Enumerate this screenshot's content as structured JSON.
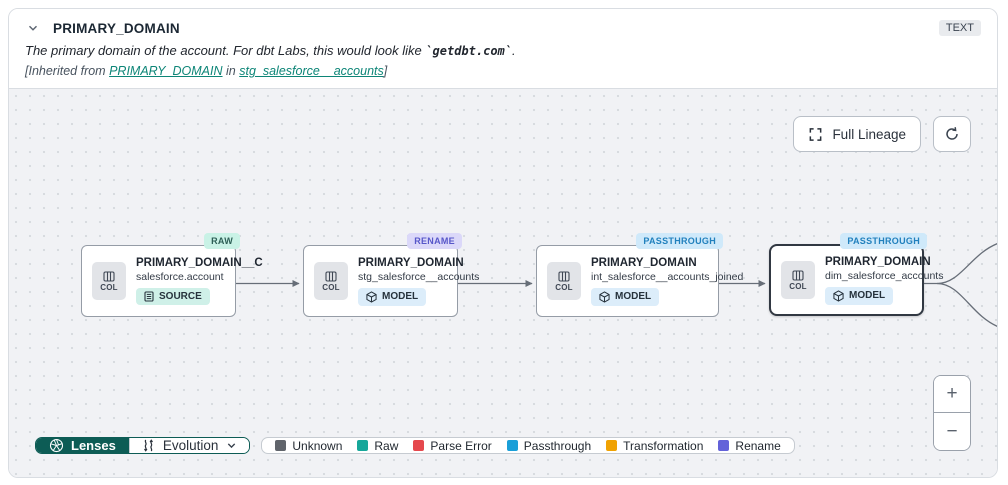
{
  "header": {
    "title": "PRIMARY_DOMAIN",
    "type_badge": "TEXT",
    "description": {
      "prefix": "The primary domain of the account. For dbt Labs, this would look like ",
      "code": "`getdbt.com`",
      "suffix": "."
    },
    "inherited": {
      "open": "[Inherited from ",
      "column_link": "PRIMARY_DOMAIN",
      "middle": " in ",
      "model_link": "stg_salesforce__accounts",
      "close": "]"
    }
  },
  "toolbar": {
    "full_lineage_label": "Full Lineage"
  },
  "canvas": {
    "nodes": [
      {
        "badge": "RAW",
        "chip": "COL",
        "title": "PRIMARY_DOMAIN__C",
        "subtitle": "salesforce.account",
        "type": "SOURCE"
      },
      {
        "badge": "RENAME",
        "chip": "COL",
        "title": "PRIMARY_DOMAIN",
        "subtitle": "stg_salesforce__accounts",
        "type": "MODEL"
      },
      {
        "badge": "PASSTHROUGH",
        "chip": "COL",
        "title": "PRIMARY_DOMAIN",
        "subtitle": "int_salesforce__accounts_joined",
        "type": "MODEL"
      },
      {
        "badge": "PASSTHROUGH",
        "chip": "COL",
        "title": "PRIMARY_DOMAIN",
        "subtitle": "dim_salesforce_accounts",
        "type": "MODEL"
      }
    ]
  },
  "zoom_controls": {
    "zoom_in": "+",
    "zoom_out": "−"
  },
  "footer": {
    "lenses_label": "Lenses",
    "lens_selected": "Evolution",
    "legend": [
      {
        "label": "Unknown",
        "color": "#60646b"
      },
      {
        "label": "Raw",
        "color": "#16a79a"
      },
      {
        "label": "Parse Error",
        "color": "#e5484d"
      },
      {
        "label": "Passthrough",
        "color": "#1a9fd8"
      },
      {
        "label": "Transformation",
        "color": "#f0a202"
      },
      {
        "label": "Rename",
        "color": "#6362d9"
      }
    ]
  },
  "colors": {
    "lenses_accent": "#0d5c55",
    "link_teal": "#0d8577"
  }
}
